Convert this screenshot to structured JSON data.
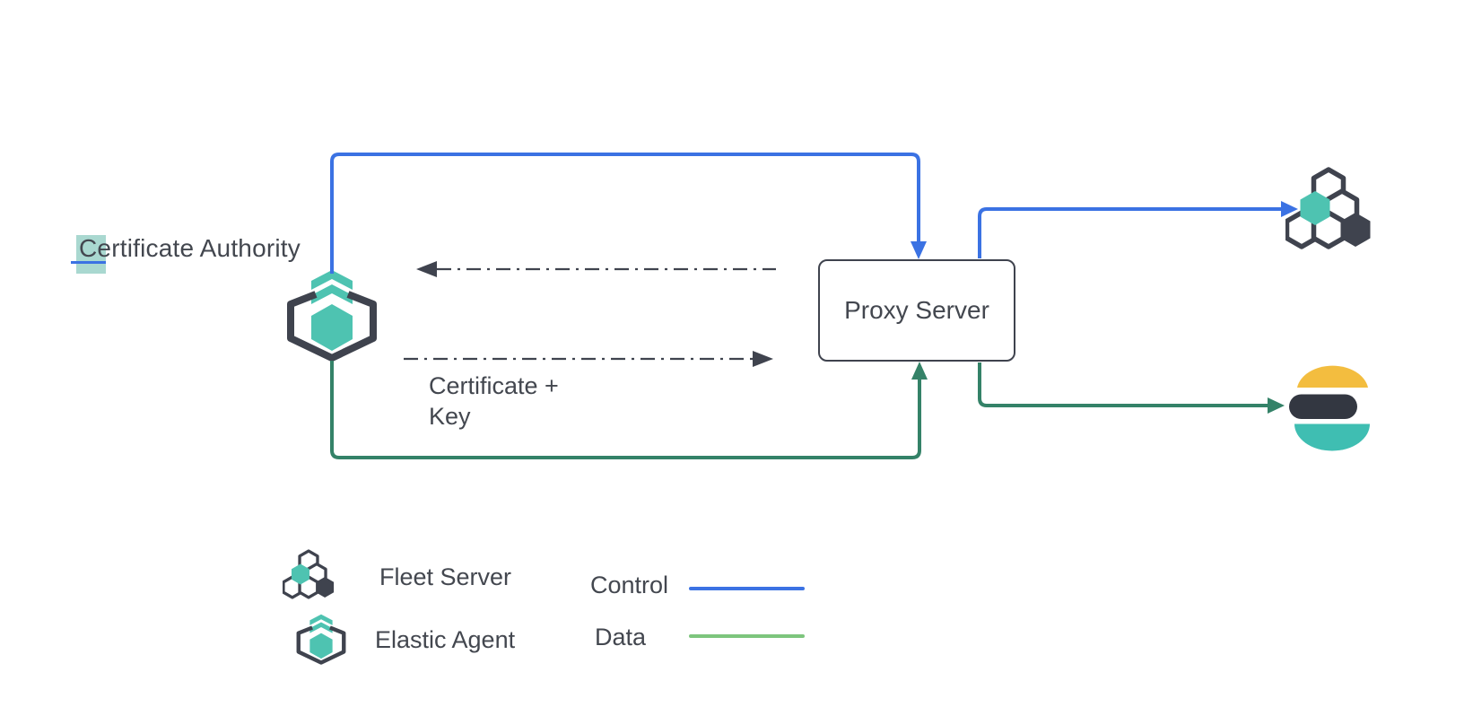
{
  "diagram": {
    "ca_label": "Certificate Authority",
    "proxy_label": "Proxy Server",
    "cert_key_line1": "Certificate +",
    "cert_key_line2": "Key"
  },
  "legend": {
    "fleet_label": "Fleet Server",
    "agent_label": "Elastic Agent",
    "control_label": "Control",
    "data_label": "Data"
  },
  "icons": [
    "elastic-agent-icon",
    "fleet-server-icon",
    "elasticsearch-logo"
  ],
  "colors": {
    "blue": "#3b72e3",
    "green": "#348268",
    "lightgreen": "#7dc57d",
    "ink": "#3f434e",
    "teal": "#4ec3b1",
    "highlight": "#a9d8d0",
    "es_yellow": "#f3bd3f",
    "es_dark": "#333741",
    "es_teal": "#3fbeb2",
    "text": "#43474f"
  }
}
